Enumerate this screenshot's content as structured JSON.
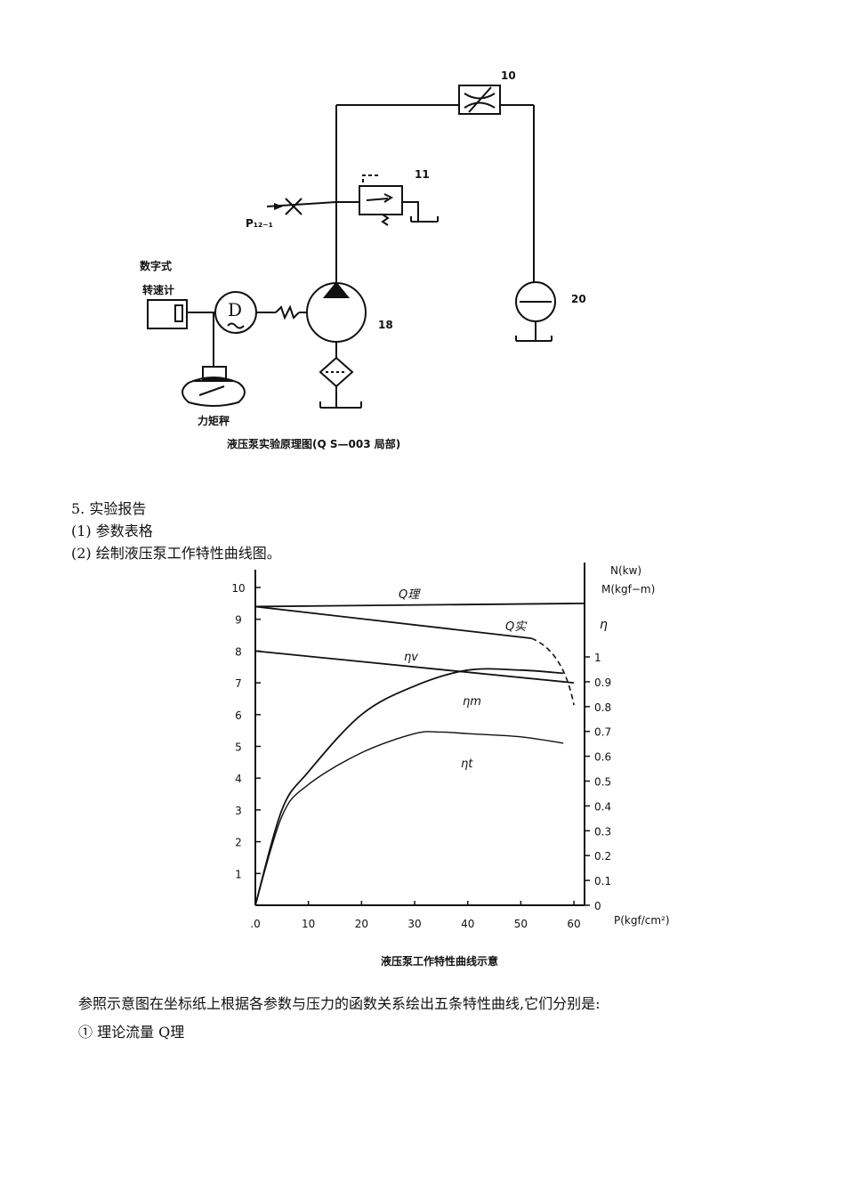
{
  "schematic": {
    "labels": {
      "n10": "10",
      "n11": "11",
      "n18": "18",
      "n20": "20",
      "p12": "P₁₂₋₁",
      "digital1": "数字式",
      "digital2": "转速计",
      "motor": "D",
      "torque": "力矩秤"
    },
    "caption": "液压泵实验原理图(Q S—003 局部)"
  },
  "report": {
    "heading": "5. 实验报告",
    "item1": "(1) 参数表格",
    "item2": "(2) 绘制液压泵工作特性曲线图。"
  },
  "chart_data": {
    "type": "line",
    "caption": "液压泵工作特性曲线示意",
    "x_ticks": [
      ".0",
      "10",
      "20",
      "30",
      "40",
      "50",
      "60"
    ],
    "x_label": "P(kgf/cm²)",
    "left_ticks": [
      "1",
      "2",
      "3",
      "4",
      "5",
      "6",
      "7",
      "8",
      "9",
      "10"
    ],
    "right_label_top": "N(kw)",
    "right_label_mid": "M(kgf−m)",
    "right_label_eta": "η",
    "right_ticks": [
      "0",
      "0.1",
      "0.2",
      "0.3",
      "0.4",
      "0.5",
      "0.6",
      "0.7",
      "0.8",
      "0.9",
      "1"
    ],
    "xlim": [
      0,
      62
    ],
    "ylim_left": [
      0,
      10
    ],
    "series": [
      {
        "name": "Q理",
        "x": [
          0,
          62
        ],
        "y": [
          9.4,
          9.5
        ]
      },
      {
        "name": "Q实",
        "x": [
          0,
          52
        ],
        "y": [
          9.4,
          8.4
        ]
      },
      {
        "name": "ηv",
        "x": [
          0,
          60
        ],
        "y": [
          8.0,
          7.0
        ]
      },
      {
        "name": "ηm",
        "x": [
          0,
          5,
          10,
          20,
          30,
          40,
          50,
          58
        ],
        "y": [
          0,
          3.0,
          4.2,
          6.0,
          6.9,
          7.4,
          7.4,
          7.3
        ]
      },
      {
        "name": "ηt",
        "x": [
          0,
          5,
          10,
          20,
          30,
          35,
          40,
          50,
          58
        ],
        "y": [
          0,
          2.8,
          3.8,
          4.8,
          5.4,
          5.45,
          5.4,
          5.3,
          5.1
        ]
      }
    ]
  },
  "after": {
    "para": "参照示意图在坐标纸上根据各参数与压力的函数关系绘出五条特性曲线,它们分别是:",
    "item1": "① 理论流量 Q理"
  }
}
